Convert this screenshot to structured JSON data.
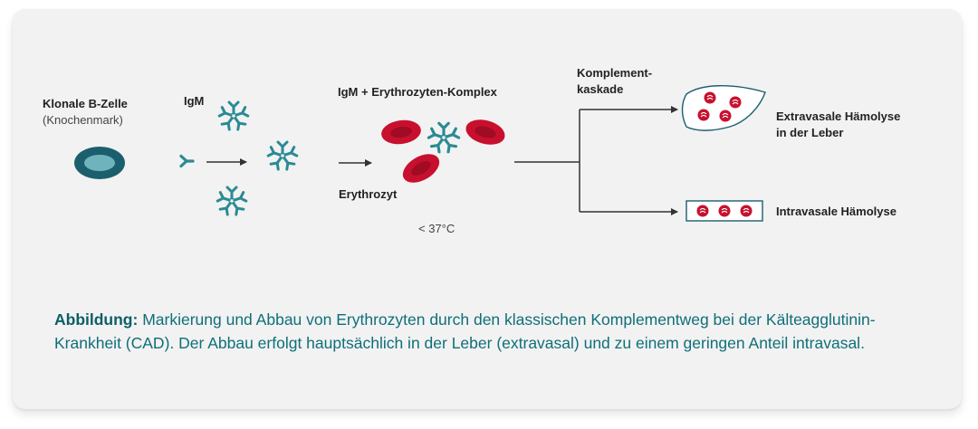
{
  "colors": {
    "teal": "#1b5f6f",
    "antibody": "#2a8a94",
    "erythrocyte": "#c8102e",
    "line": "#333333",
    "caption": "#0f6f78"
  },
  "labels": {
    "b_cell_title": "Klonale B-Zelle",
    "b_cell_sub": "(Knochenmark)",
    "igm": "IgM",
    "complex": "IgM + Erythrozyten-Komplex",
    "erythrocyte": "Erythrozyt",
    "temperature": "< 37°C",
    "complement_line1": "Komplement-",
    "complement_line2": "kaskade",
    "extravascular_line1": "Extravasale Hämolyse",
    "extravascular_line2": "in der Leber",
    "intravascular": "Intravasale Hämolyse"
  },
  "caption": {
    "lead": "Abbildung:",
    "text": " Markierung und Abbau von Erythrozyten durch den klassischen Komplementweg bei der Kälteagglutinin-Krankheit (CAD). Der Abbau erfolgt hauptsächlich in der Leber (extravasal) und zu einem geringen Anteil intravasal."
  },
  "icons": [
    "b-cell-icon",
    "antibody-icon",
    "igm-pentamer-icon",
    "erythrocyte-icon",
    "liver-icon",
    "blood-vessel-icon",
    "arrow-icon"
  ]
}
